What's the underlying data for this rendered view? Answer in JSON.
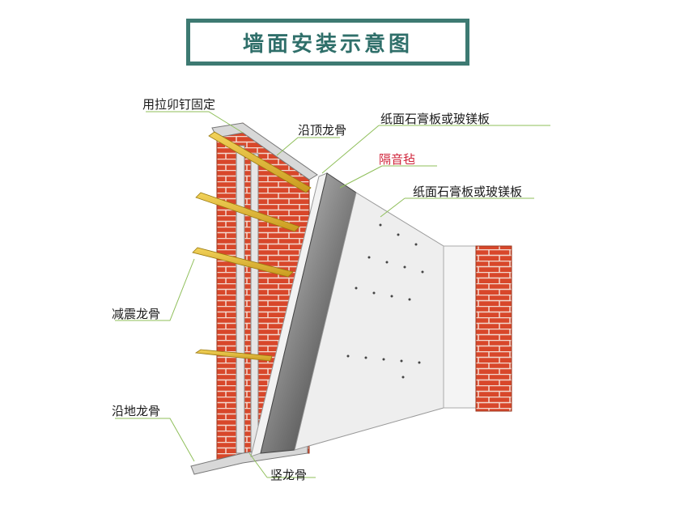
{
  "title": "墙面安装示意图",
  "labels": {
    "rivet": "用拉卯钉固定",
    "top_keel": "沿顶龙骨",
    "board_outer": "纸面石膏板或玻镁板",
    "felt": "隔音毡",
    "board_inner": "纸面石膏板或玻镁板",
    "damping_keel": "减震龙骨",
    "floor_keel": "沿地龙骨",
    "vertical_keel": "竖龙骨"
  },
  "colors": {
    "title_border": "#3d7a72",
    "title_text": "#2f6f6a",
    "brick": "#d8472a",
    "mortar": "#f3d9cf",
    "keel": "#e0b531",
    "felt_label": "#d0243a",
    "board": "#eeeeee",
    "leader": "#8fbf5a"
  }
}
